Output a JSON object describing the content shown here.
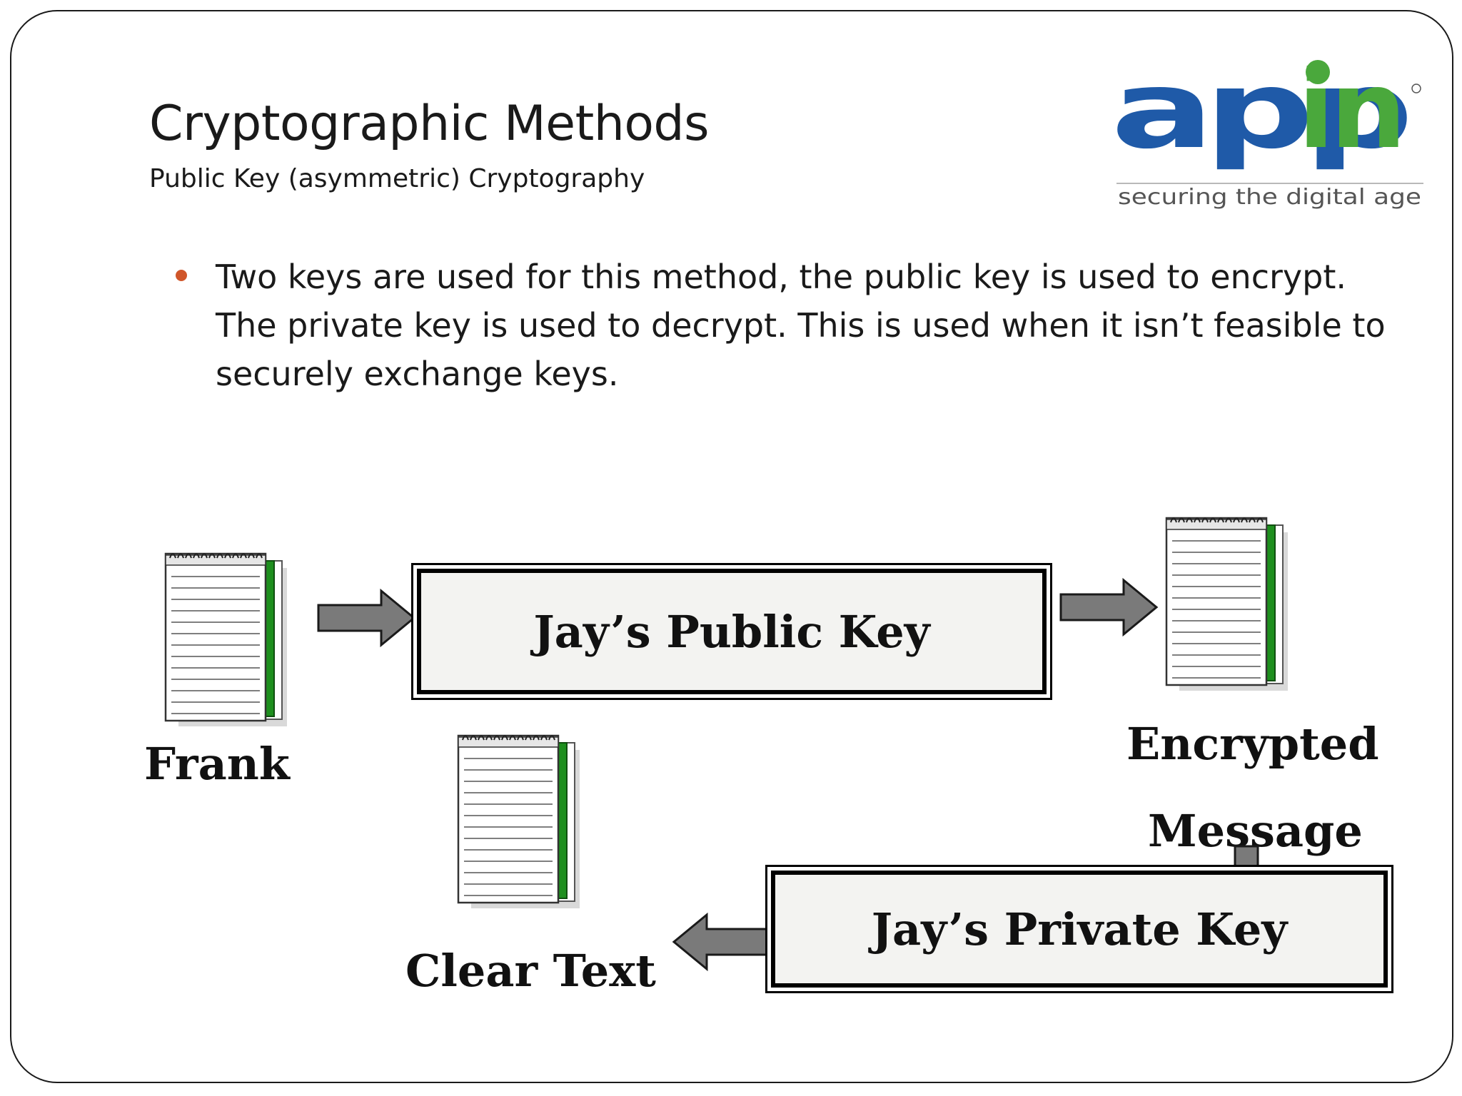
{
  "slide": {
    "title": "Cryptographic Methods",
    "subtitle": "Public Key (asymmetric) Cryptography"
  },
  "logo": {
    "wordmark": "appin",
    "tagline": "securing the digital age",
    "colors": {
      "blue": "#1f5aa8",
      "green": "#4aa83c"
    }
  },
  "bullet": {
    "text": "Two keys are used for this method, the public key is used to encrypt.\nThe private key is used to decrypt.  This is used when it isn’t feasible to\nsecurely exchange keys.",
    "marker_color": "#d0562a"
  },
  "diagram": {
    "sender_label": "Frank",
    "public_key_label": "Jay’s Public Key",
    "encrypted_label_line1": "Encrypted",
    "encrypted_label_line2": "Message",
    "private_key_label": "Jay’s Private Key",
    "clear_text_label": "Clear Text",
    "icons": [
      "notepad-icon",
      "arrow-right-icon",
      "arrow-down-icon",
      "arrow-left-icon"
    ]
  }
}
